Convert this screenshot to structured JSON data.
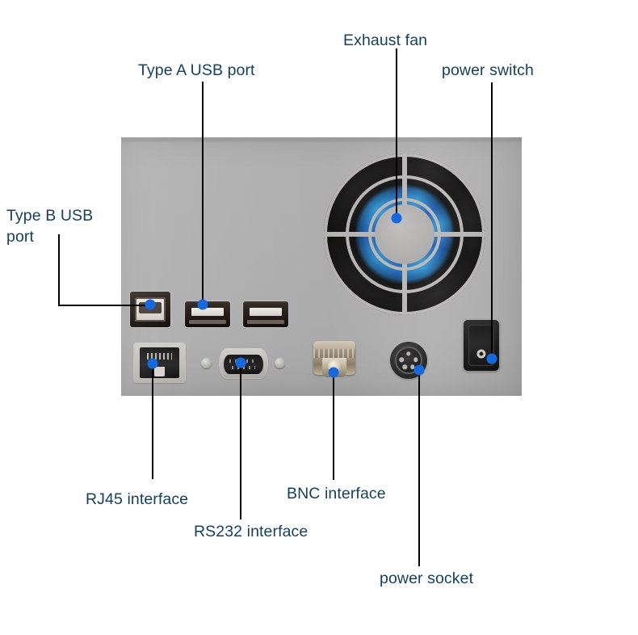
{
  "diagram": {
    "title": "Instrument rear panel connector callouts",
    "text_color": "#16405d",
    "leader_color": "#000000",
    "dot_color": "#1569e0",
    "panel_color": "#b2b2b2"
  },
  "callouts": [
    {
      "id": "type-a-usb-port",
      "label": "Type A USB port",
      "target": "usb-a-port-1"
    },
    {
      "id": "exhaust-fan",
      "label": "Exhaust fan",
      "target": "exhaust-fan-hub"
    },
    {
      "id": "power-switch",
      "label": "power switch",
      "target": "rocker-switch"
    },
    {
      "id": "type-b-usb-port",
      "label": "Type B USB\nport",
      "target": "usb-b-port"
    },
    {
      "id": "rj45-interface",
      "label": "RJ45 interface",
      "target": "rj45-jack"
    },
    {
      "id": "rs232-interface",
      "label": "RS232 interface",
      "target": "db9-serial-port"
    },
    {
      "id": "bnc-interface",
      "label": "BNC interface",
      "target": "bnc-connector"
    },
    {
      "id": "power-socket",
      "label": "power socket",
      "target": "din-power-socket"
    }
  ],
  "panel": {
    "components": [
      {
        "name": "usb-b-port",
        "kind": "USB Type B receptacle"
      },
      {
        "name": "usb-a-port-1",
        "kind": "USB Type A receptacle"
      },
      {
        "name": "usb-a-port-2",
        "kind": "USB Type A receptacle"
      },
      {
        "name": "rj45-jack",
        "kind": "RJ45 Ethernet jack"
      },
      {
        "name": "db9-serial-port",
        "kind": "DB9 RS232 serial port"
      },
      {
        "name": "bnc-connector",
        "kind": "BNC coaxial connector"
      },
      {
        "name": "din-power-socket",
        "kind": "Circular DIN power socket"
      },
      {
        "name": "rocker-switch",
        "kind": "Rocker power switch"
      },
      {
        "name": "exhaust-fan",
        "kind": "Exhaust fan with grill"
      }
    ]
  }
}
